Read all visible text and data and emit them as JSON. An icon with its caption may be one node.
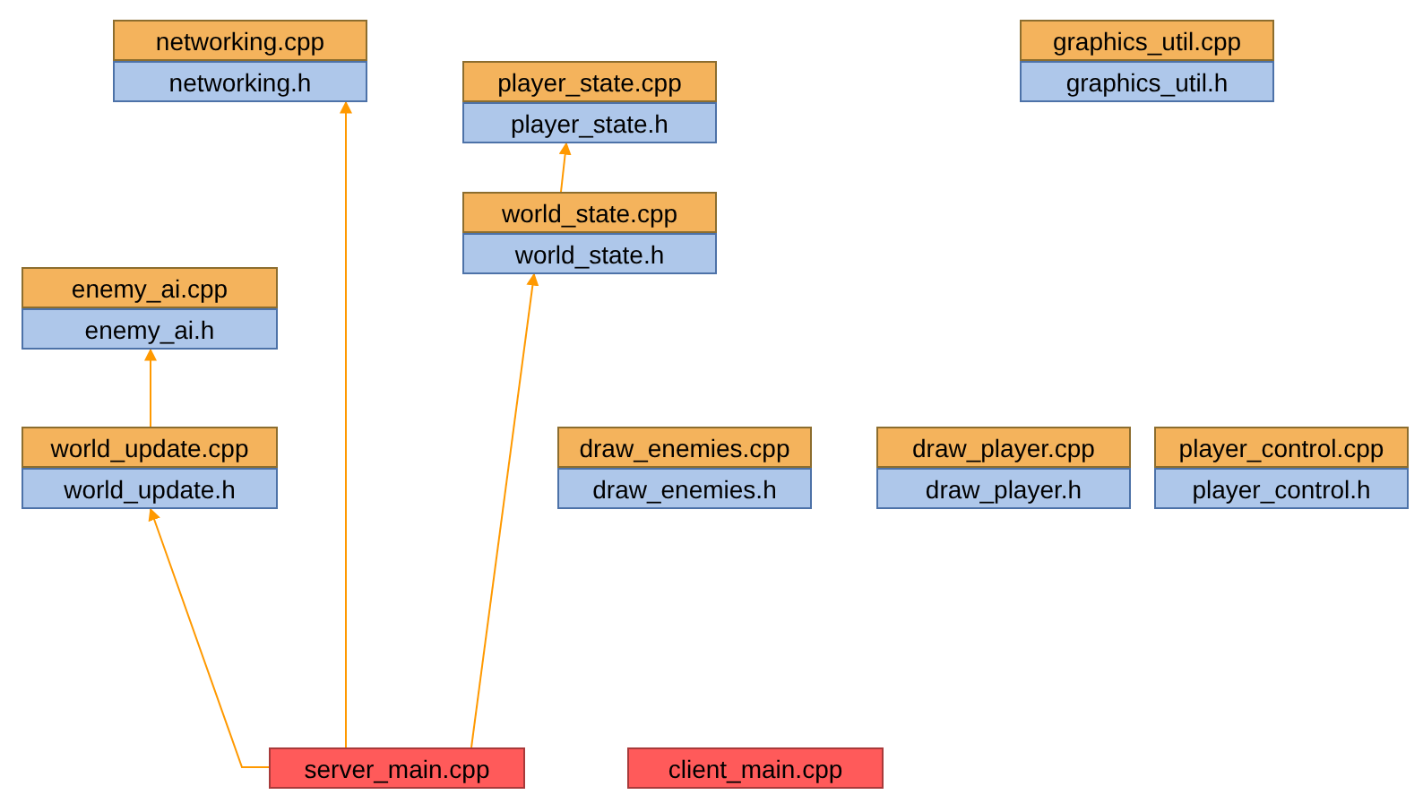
{
  "diagram": {
    "nodes": [
      {
        "text": [
          "networking.cpp"
        ]
      },
      {
        "text": [
          "networking.h"
        ]
      },
      {
        "text": [
          "player_state.cpp"
        ]
      },
      {
        "text": [
          "player_state.h"
        ]
      },
      {
        "text": [
          "graphics_util.cpp"
        ]
      },
      {
        "text": [
          "graphics_util.h"
        ]
      },
      {
        "text": [
          "world_state.cpp"
        ]
      },
      {
        "text": [
          "world_state.h"
        ]
      },
      {
        "text": [
          "enemy_ai.cpp"
        ]
      },
      {
        "text": [
          "enemy_ai.h"
        ]
      },
      {
        "text": [
          "world_update.cpp"
        ]
      },
      {
        "text": [
          "world_update.h"
        ]
      },
      {
        "text": [
          "draw_enemies.cpp"
        ]
      },
      {
        "text": [
          "draw_enemies.h"
        ]
      },
      {
        "text": [
          "draw_player.cpp"
        ]
      },
      {
        "text": [
          "draw_player.h"
        ]
      },
      {
        "text": [
          "player_control.cpp"
        ]
      },
      {
        "text": [
          "player_control.h"
        ]
      },
      {
        "text": [
          "server_main.cpp"
        ]
      },
      {
        "text": [
          "client_main.cpp"
        ]
      }
    ],
    "edges": [
      {
        "from": 18,
        "to": 1,
        "arrow": "to"
      },
      {
        "from": 18,
        "to": 7,
        "arrow": "to"
      },
      {
        "from": 18,
        "to": 11,
        "arrow": "to"
      },
      {
        "from": 10,
        "to": 9,
        "arrow": "to"
      },
      {
        "from": 6,
        "to": 3,
        "arrow": "to"
      }
    ]
  }
}
